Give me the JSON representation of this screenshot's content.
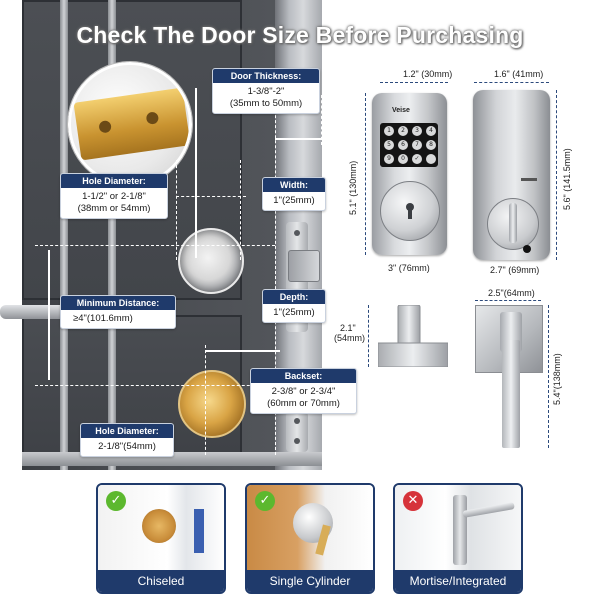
{
  "title": "Check The Door Size Before Purchasing",
  "labels": {
    "door_thickness": {
      "heading": "Door Thickness:",
      "line1": "1-3/8\"-2\"",
      "line2": "(35mm to 50mm)"
    },
    "hole_diameter_top": {
      "heading": "Hole Diameter:",
      "line1": "1-1/2\" or 2-1/8\"",
      "line2": "(38mm or 54mm)"
    },
    "width": {
      "heading": "Width:",
      "line1": "1\"(25mm)"
    },
    "depth": {
      "heading": "Depth:",
      "line1": "1\"(25mm)"
    },
    "minimum_distance": {
      "heading": "Minimum Distance:",
      "line1": "≥4\"(101.6mm)"
    },
    "backset": {
      "heading": "Backset:",
      "line1": "2-3/8\" or 2-3/4\"",
      "line2": "(60mm or 70mm)"
    },
    "hole_diameter_bottom": {
      "heading": "Hole Diameter:",
      "line1": "2-1/8\"(54mm)"
    }
  },
  "product": {
    "brand": "Veise",
    "keys": [
      "1",
      "2",
      "3",
      "4",
      "5",
      "6",
      "7",
      "8",
      "9",
      "0",
      "✓",
      ""
    ],
    "dims": {
      "front_depth": "1.2\" (30mm)",
      "back_depth": "1.6\" (41mm)",
      "front_height": "5.1\" (130mm)",
      "back_height": "5.6\" (141.5mm)",
      "front_width": "3\" (76mm)",
      "back_width": "2.7\" (69mm)",
      "bolt_height": "2.1\"",
      "bolt_height_mm": "(54mm)",
      "lever_width": "2.5\"(64mm)",
      "lever_height": "5.4\"(138mm)"
    }
  },
  "types": [
    {
      "label": "Chiseled",
      "status": "check",
      "badge": "✓",
      "color": "#5cb82e"
    },
    {
      "label": "Single Cylinder",
      "status": "check",
      "badge": "✓",
      "color": "#5cb82e"
    },
    {
      "label": "Mortise/Integrated",
      "status": "cross",
      "badge": "✕",
      "color": "#d6333a"
    }
  ],
  "colors": {
    "navy": "#1f3a6b",
    "check": "#5cb82e",
    "cross": "#d6333a"
  }
}
